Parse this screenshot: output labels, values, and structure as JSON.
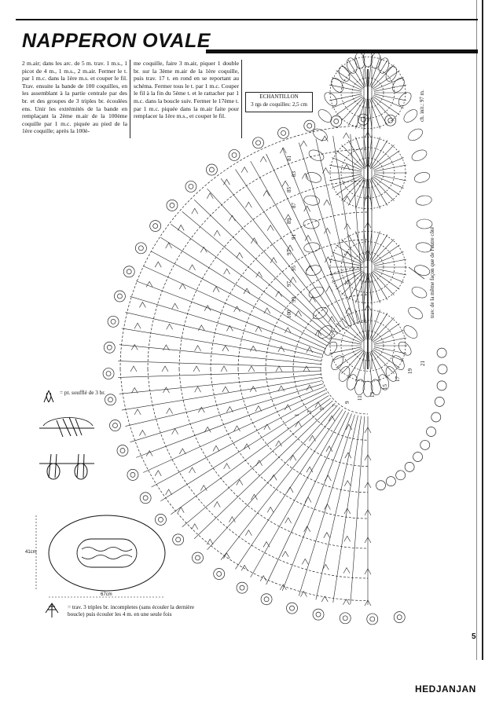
{
  "title": "NAPPERON OVALE",
  "instructions": {
    "column_1": "2 m.air; dans les arc. de 5 m. trav. 1 m.s., 1 picot de 4 m., 1 m.s., 2 m.air. Fermer le t. par 1 m.c. dans la 1ère m.s. et couper le fil. Trav. ensuite la bande de 100 coquilles, en les assemblant à la partie centrale par des br. et des groupes de 3 triples br. écoulées ens. Unir les extrémités de la bande en remplaçant la 2ème m.air de la 100ème coquille par 1 m.c. piquée au pied de la 1ère coquille; après la 100è-",
    "column_2": "me coquille, faire 3 m.air, piquer 1 double br. sur la 3ème m.air de la 1ère coquille, puis trav. 17 t. en rond en se reportant au schéma. Fermer tous le t. par 1 m.c. Couper le fil à la fin du 5ème t. et le rattacher par 1 m.c. dans la boucle suiv. Fermer le 17ème t. par 1 m.c. piquée dans la m.air faite pour remplacer la 1ère m.s., et couper le fil."
  },
  "sample": {
    "label": "ECHANTILLON",
    "text": "3 rgs de coquilles: 2,5 cm"
  },
  "annotations": {
    "chain_initial": "ch. init.: 97 m.",
    "same_way": "trav. de la même façon que de l'autre côté"
  },
  "row_numbers": [
    "81",
    "83",
    "85",
    "87",
    "89",
    "91",
    "93",
    "95",
    "97",
    "99",
    "100",
    "1",
    "3",
    "5",
    "7",
    "9",
    "11",
    "13",
    "15",
    "17",
    "19",
    "21"
  ],
  "legend": {
    "puff_stitch": "= pt. soufflé de 3 br.",
    "triple_stitches": "= trav. 3 triples br. incompletes (sans écouler la dernière boucle) puis écouler les 4 m. en une seule fois"
  },
  "dimensions": {
    "height": "41cm",
    "width": "67cm"
  },
  "page_number": "5",
  "credit": "HEDJANJAN"
}
